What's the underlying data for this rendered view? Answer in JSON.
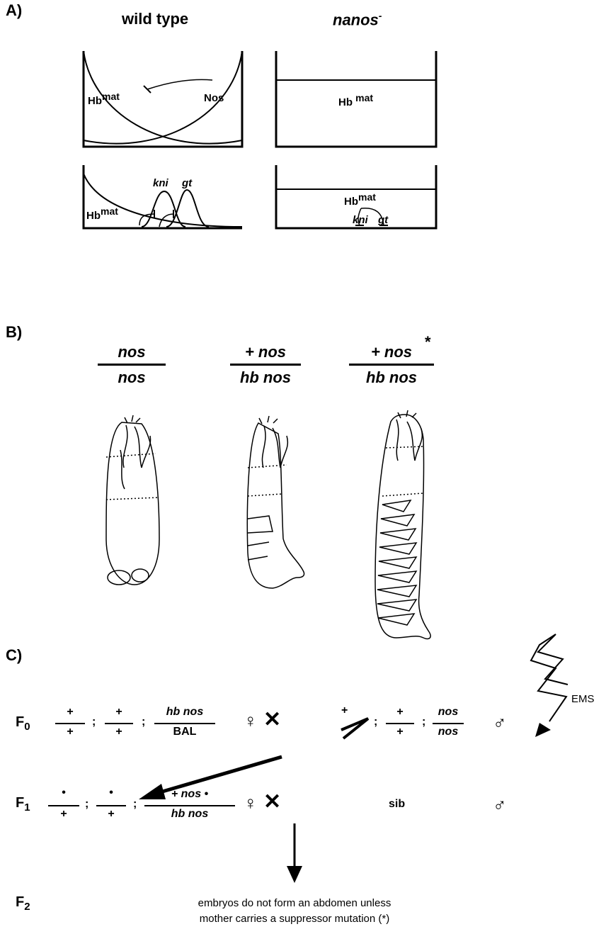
{
  "panelA": {
    "label": "A)",
    "col1_title": "wild type",
    "col2_title": "nanos",
    "col2_sup": "-",
    "hb_main": "Hb",
    "hb_sup": "mat",
    "hb_main_spaced": "Hb ",
    "nos": "Nos",
    "kni": "kni",
    "gt": "gt"
  },
  "panelB": {
    "label": "B)",
    "g1_top": "nos",
    "g1_bottom": "nos",
    "g2_top": "+ nos",
    "g2_bottom": "hb nos",
    "g3_top": "+ nos",
    "g3_star": "*",
    "g3_bottom": "hb nos"
  },
  "panelC": {
    "label": "C)",
    "f0_label": "F",
    "f0_sub": "0",
    "f1_label": "F",
    "f1_sub": "1",
    "f2_label": "F",
    "f2_sub": "2",
    "plus": "+",
    "semi": ";",
    "dot": "•",
    "hbnos": "hb nos",
    "bal": "BAL",
    "nos": "nos",
    "plus_nos": "+ nos",
    "plus_nos_dot": "+ nos •",
    "female": "♀",
    "male": "♂",
    "cross": "✕",
    "sib": "sib",
    "ems": "EMS",
    "note_line1": "embryos do not form an abdomen unless",
    "note_line2": "mother carries a suppressor mutation (*)"
  }
}
